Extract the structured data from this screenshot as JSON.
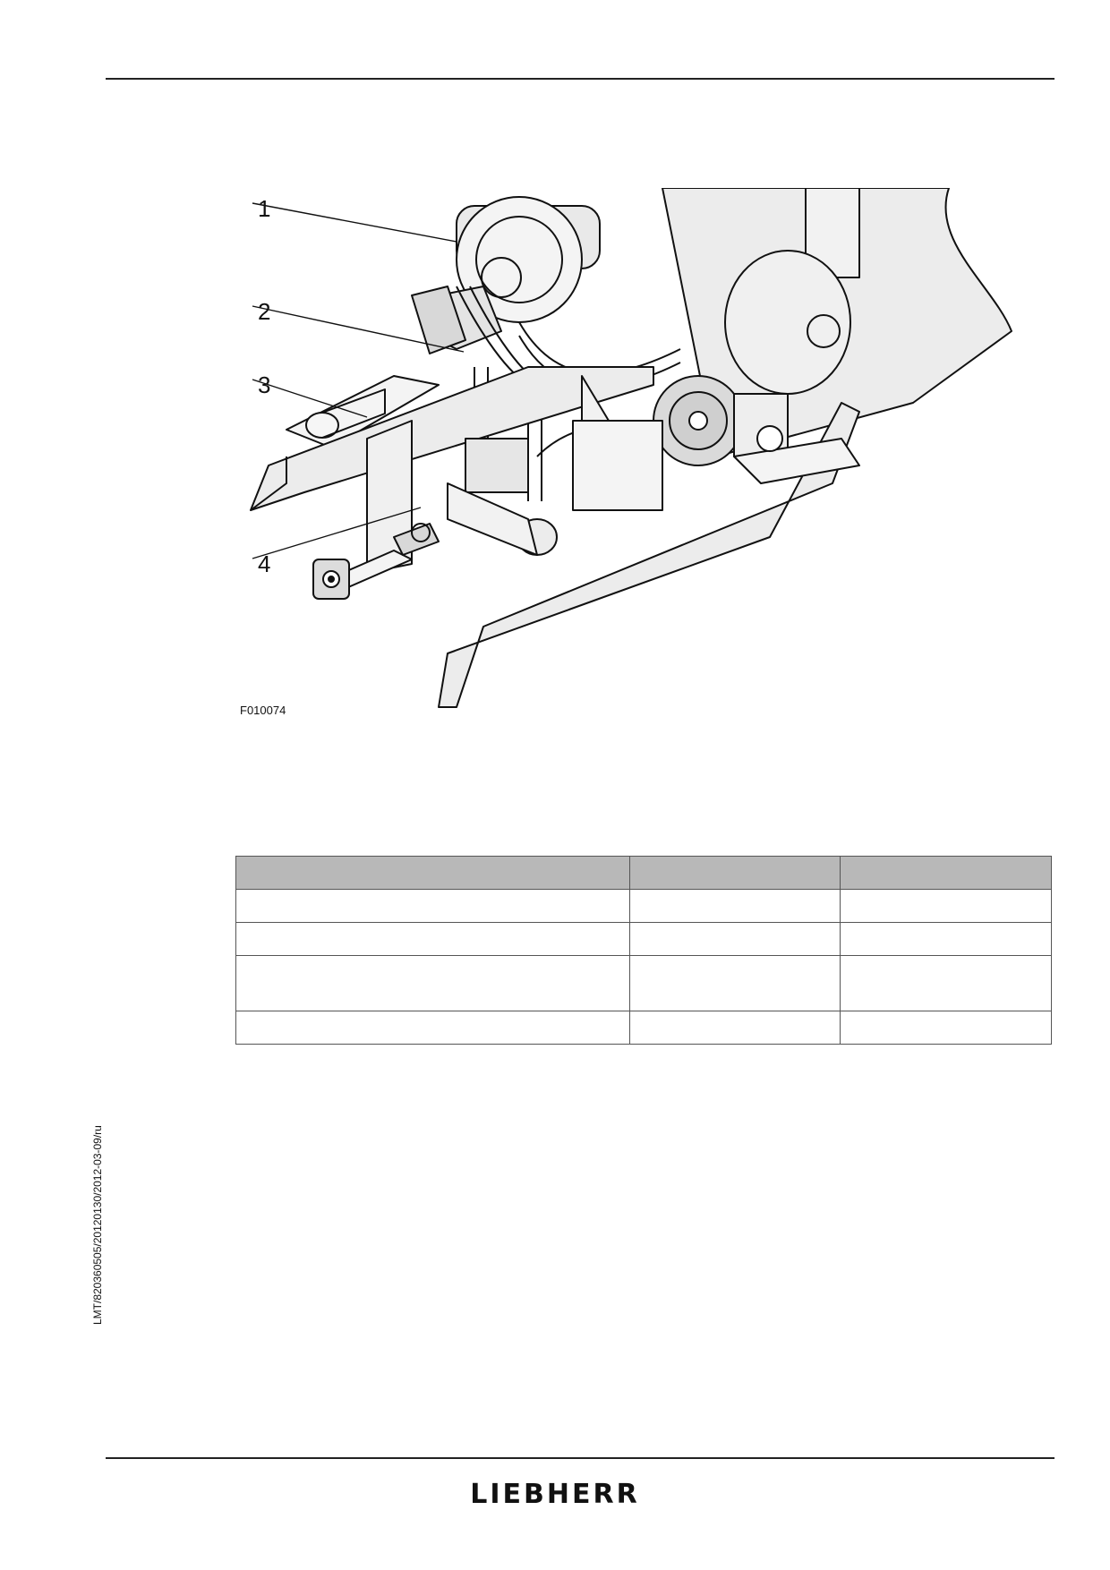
{
  "figure": {
    "callouts": [
      "1",
      "2",
      "3",
      "4"
    ],
    "code": "F010074"
  },
  "table": {
    "headers": [
      "",
      "",
      ""
    ],
    "rows": [
      [
        "",
        "",
        ""
      ],
      [
        "",
        "",
        ""
      ],
      [
        "",
        "",
        ""
      ],
      [
        "",
        "",
        ""
      ]
    ]
  },
  "side_reference": "LMT/82036050​5/20120130/2012-03-09/ru",
  "footer_logo": "LIEBHERR",
  "colors": {
    "rule": "#222222",
    "header_fill": "#b8b8b8"
  }
}
